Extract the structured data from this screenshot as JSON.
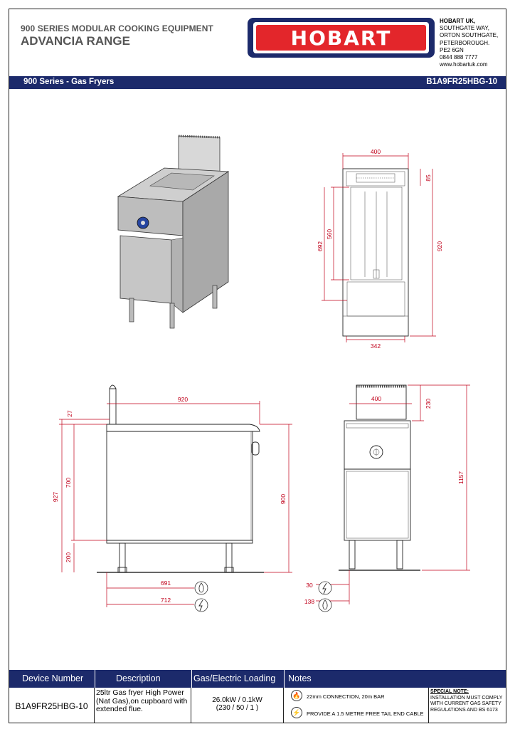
{
  "header": {
    "series": "900 SERIES MODULAR COOKING EQUIPMENT",
    "range": "ADVANCIA RANGE",
    "brand": "HOBART",
    "address": {
      "company": "HOBART UK,",
      "line1": "SOUTHGATE WAY,",
      "line2": "ORTON SOUTHGATE,",
      "line3": "PETERBOROUGH.",
      "postcode": "PE2 6GN",
      "phone": "0844 888 7777",
      "web": "www.hobartuk.com"
    }
  },
  "titlebar": {
    "left": "900 Series - Gas Fryers",
    "right": "B1A9FR25HBG-10"
  },
  "dimensions": {
    "plan_width": "400",
    "plan_depth_top": "85",
    "plan_depth_total": "920",
    "plan_inner": "560",
    "plan_outer": "692",
    "plan_bottom_width": "342",
    "side_width": "920",
    "side_top": "27",
    "side_body": "700",
    "side_total": "927",
    "side_legs": "200",
    "side_height": "900",
    "side_gas": "691",
    "side_elec": "712",
    "front_width": "400",
    "front_flue": "230",
    "front_total": "1157",
    "front_elec": "30",
    "front_gas": "138"
  },
  "table": {
    "headers": {
      "device": "Device Number",
      "description": "Description",
      "loading": "Gas/Electric Loading",
      "notes": "Notes"
    },
    "row": {
      "device": "B1A9FR25HBG-10",
      "description": "25ltr Gas fryer High Power (Nat Gas),on cupboard with extended flue.",
      "loading_power": "26.0kW / 0.1kW",
      "loading_supply": "(230 / 50 / 1 )",
      "note_gas": "22mm CONNECTION, 20m BAR",
      "note_elec": "PROVIDE A 1.5 METRE FREE TAIL END CABLE",
      "special_heading": "SPECIAL NOTE:",
      "special_text": "INSTALLATION MUST COMPLY WITH CURRENT GAS SAFETY REGULATIONS AND BS 6173"
    }
  },
  "colors": {
    "navy": "#1c2a6b",
    "red": "#e3262b",
    "dimension": "#c0001a"
  },
  "icons": {
    "gas": "flame-icon",
    "electric": "lightning-icon"
  }
}
